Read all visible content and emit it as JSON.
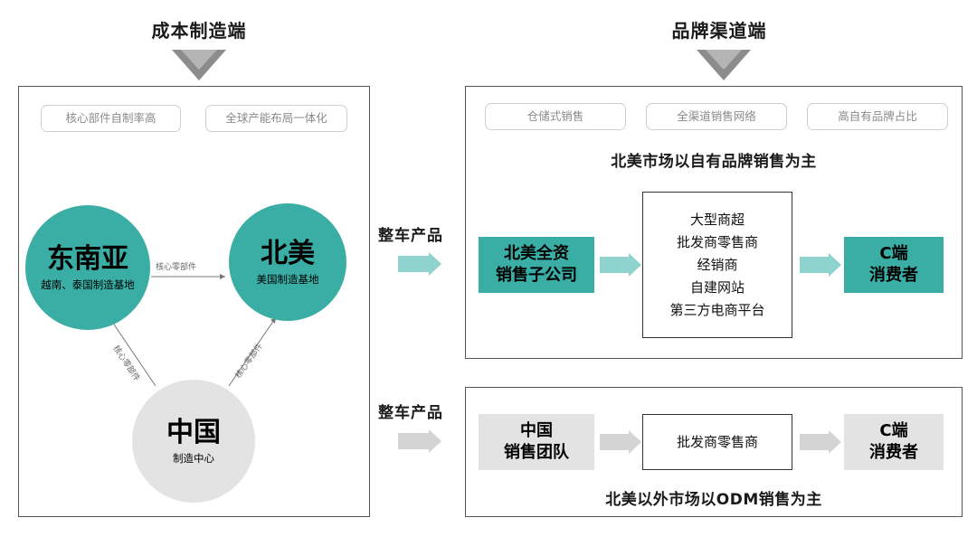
{
  "left": {
    "heading": "成本制造端",
    "tags": [
      "核心部件自制率高",
      "全球产能布局一体化"
    ],
    "nodes": {
      "sea": {
        "title": "东南亚",
        "subtitle": "越南、泰国制造基地"
      },
      "na": {
        "title": "北美",
        "subtitle": "美国制造基地"
      },
      "cn": {
        "title": "中国",
        "subtitle": "制造中心"
      }
    },
    "edges": {
      "top": "核心零部件",
      "left": "核心零部件",
      "right": "核心零部件"
    }
  },
  "right": {
    "heading": "品牌渠道端",
    "tags": [
      "仓储式销售",
      "全渠道销售网络",
      "高自有品牌占比"
    ],
    "na_caption": "北美市场以自有品牌销售为主",
    "na_source": "北美全资\n销售子公司",
    "na_channels": [
      "大型商超",
      "批发商零售商",
      "经销商",
      "自建网站",
      "第三方电商平台"
    ],
    "na_consumer": "C端\n消费者",
    "odm_source": "中国\n销售团队",
    "odm_channel": "批发商零售商",
    "odm_consumer": "C端\n消费者",
    "odm_caption": "北美以外市场以ODM销售为主"
  },
  "middle": {
    "label_top": "整车产品",
    "label_bottom": "整车产品"
  },
  "colors": {
    "teal": "#3aada5",
    "grey": "#e3e3e3",
    "arrow_teal": "#8fd3ce",
    "arrow_grey": "#d4d4d4",
    "funnel": "#8c8c8c"
  }
}
